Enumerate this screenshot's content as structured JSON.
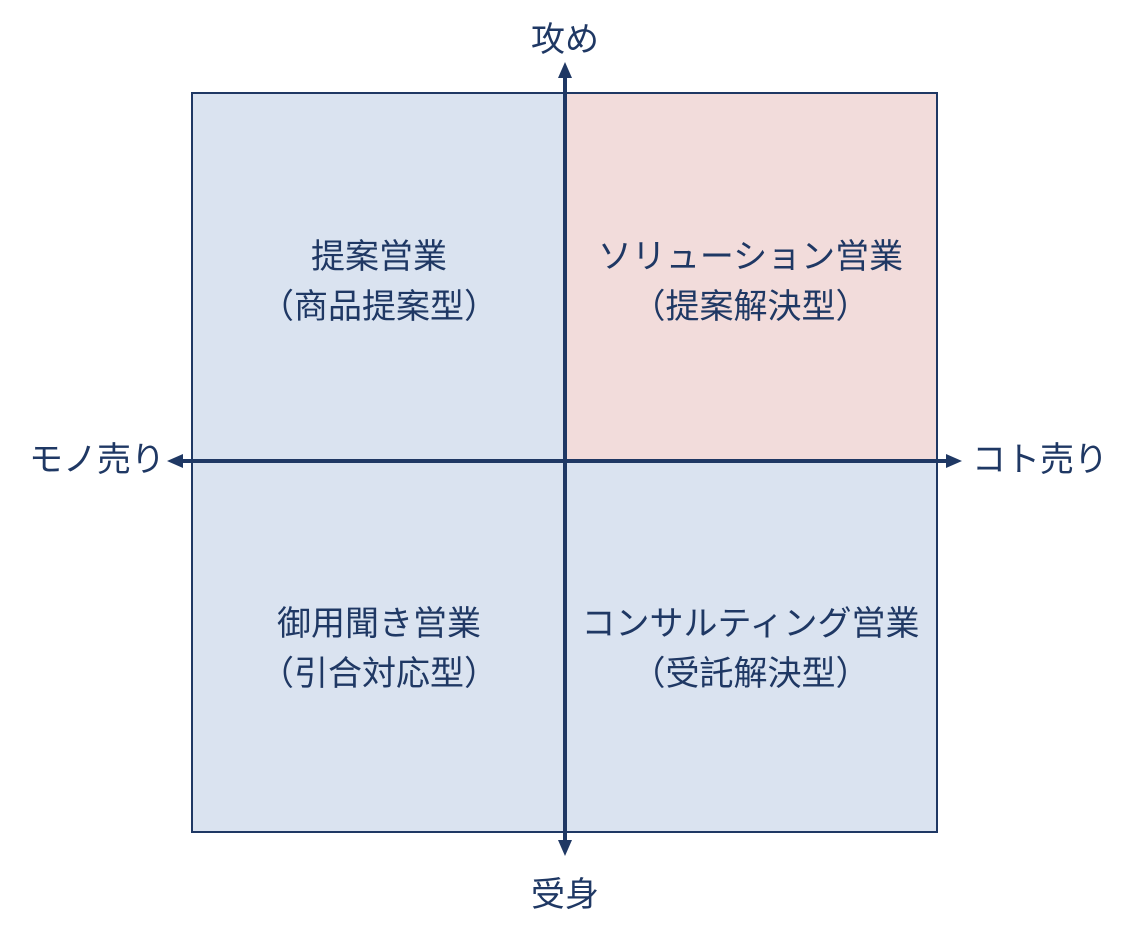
{
  "axes": {
    "top": "攻め",
    "bottom": "受身",
    "left": "モノ売り",
    "right": "コト売り"
  },
  "quadrants": {
    "top_left": {
      "title": "提案営業",
      "subtitle": "（商品提案型）"
    },
    "top_right": {
      "title": "ソリューション営業",
      "subtitle": "（提案解決型）"
    },
    "bottom_left": {
      "title": "御用聞き営業",
      "subtitle": "（引合対応型）"
    },
    "bottom_right": {
      "title": "コンサルティング営業",
      "subtitle": "（受託解決型）"
    }
  },
  "colors": {
    "quadrant_fill": "#dae3f0",
    "highlight_fill": "#f2dcdb",
    "border": "#1f3864",
    "axis": "#1f3864",
    "text": "#1f3864"
  }
}
